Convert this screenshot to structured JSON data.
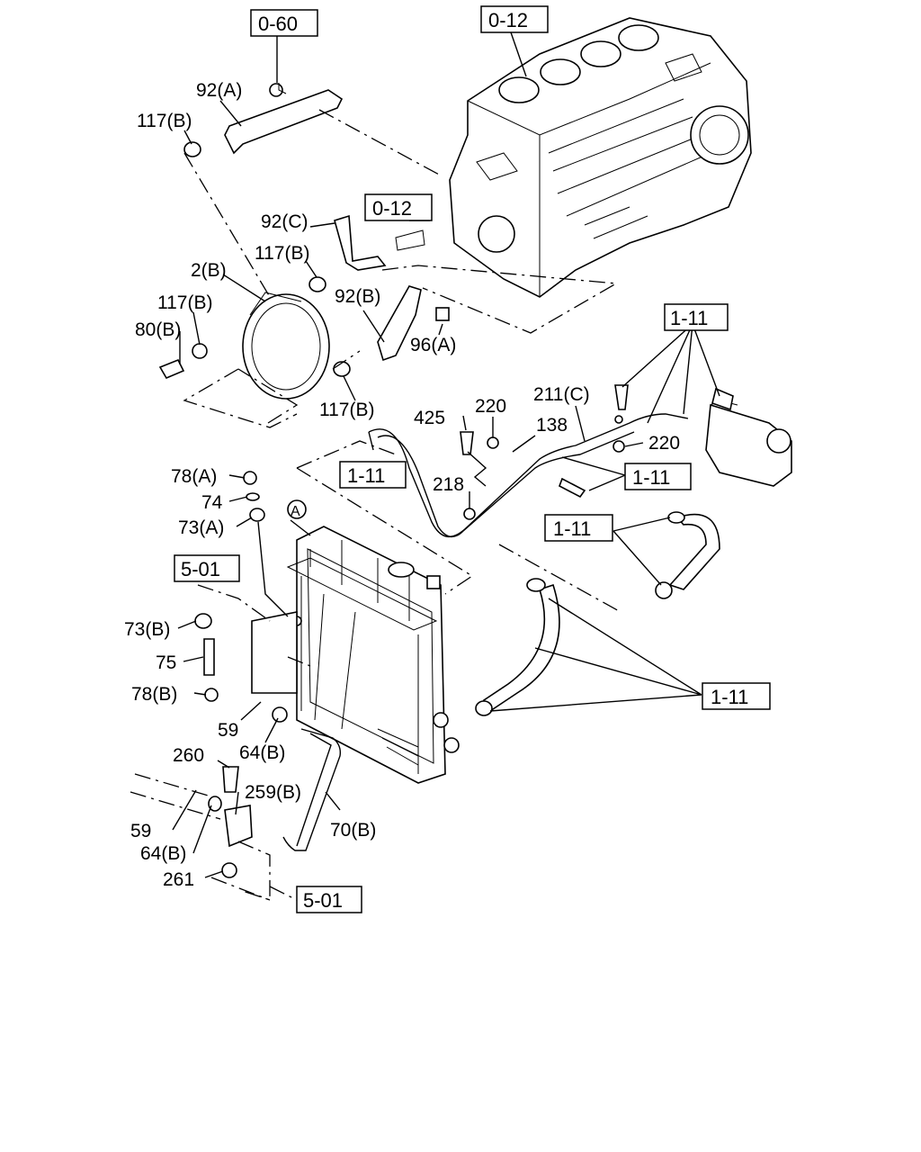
{
  "callouts": {
    "p92A": "92(A)",
    "p117B_1": "117(B)",
    "p92C": "92(C)",
    "p117B_2": "117(B)",
    "p2B": "2(B)",
    "p117B_3": "117(B)",
    "p80B": "80(B)",
    "p92B": "92(B)",
    "p96A": "96(A)",
    "p117B_4": "117(B)",
    "p425": "425",
    "p220_1": "220",
    "p211C": "211(C)",
    "p138": "138",
    "p220_2": "220",
    "p218": "218",
    "p78A": "78(A)",
    "p74": "74",
    "p73A": "73(A)",
    "pA": "A",
    "p73B": "73(B)",
    "p75": "75",
    "p78B": "78(B)",
    "p59_1": "59",
    "p64B_1": "64(B)",
    "p260": "260",
    "p259B": "259(B)",
    "p70B": "70(B)",
    "p59_2": "59",
    "p64B_2": "64(B)",
    "p261": "261"
  },
  "references": {
    "r060": "0-60",
    "r012_top": "0-12",
    "r012_mid": "0-12",
    "r111_right": "1-11",
    "r111_left": "1-11",
    "r111_tank": "1-11",
    "r111_hose": "1-11",
    "r111_lower": "1-11",
    "r501_top": "5-01",
    "r501_bottom": "5-01"
  }
}
